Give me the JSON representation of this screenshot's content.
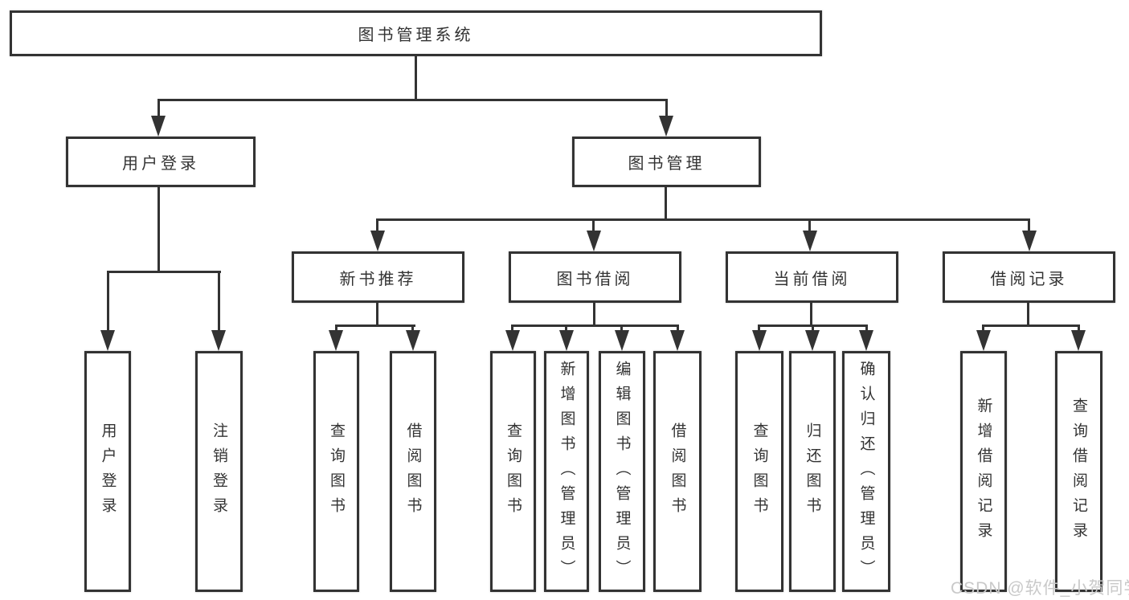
{
  "title": "图书管理系统",
  "branches": [
    {
      "label": "用户登录",
      "children": [
        {
          "label": "用户登录"
        },
        {
          "label": "注销登录"
        }
      ]
    },
    {
      "label": "图书管理",
      "children": [
        {
          "label": "新书推荐",
          "children": [
            {
              "label": "查询图书"
            },
            {
              "label": "借阅图书"
            }
          ]
        },
        {
          "label": "图书借阅",
          "children": [
            {
              "label": "查询图书"
            },
            {
              "label": "新增图书（管理员）"
            },
            {
              "label": "编辑图书（管理员）"
            },
            {
              "label": "借阅图书"
            }
          ]
        },
        {
          "label": "当前借阅",
          "children": [
            {
              "label": "查询图书"
            },
            {
              "label": "归还图书"
            },
            {
              "label": "确认归还（管理员）"
            }
          ]
        },
        {
          "label": "借阅记录",
          "children": [
            {
              "label": "新增借阅记录"
            },
            {
              "label": "查询借阅记录"
            }
          ]
        }
      ]
    }
  ],
  "watermark": "CSDN @软件_小贺同学",
  "colors": {
    "line": "#333333",
    "background": "#ffffff",
    "watermark": "#c9c9c9"
  }
}
